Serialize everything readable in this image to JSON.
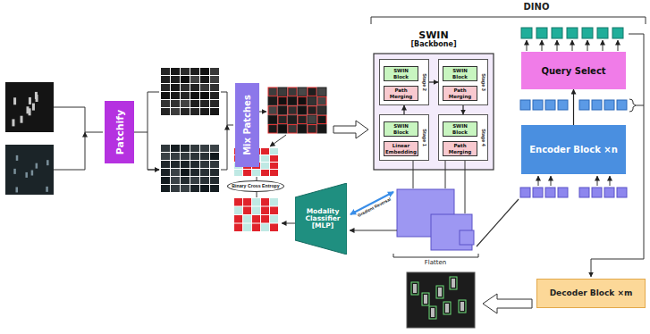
{
  "diagram": {
    "nodes": [
      {
        "text": [
          "Patchify"
        ]
      },
      {
        "text": [
          "Mix Patches"
        ]
      },
      {
        "text": [
          "SWIN",
          "[Backbone]"
        ]
      },
      {
        "text": [
          "Stage 1"
        ],
        "in": 2
      },
      {
        "text": [
          "SWIN Block"
        ],
        "in": 3
      },
      {
        "text": [
          "Linear Embedding"
        ],
        "in": 3
      },
      {
        "text": [
          "Stage 2"
        ],
        "in": 2
      },
      {
        "text": [
          "SWIN Block"
        ],
        "in": 6
      },
      {
        "text": [
          "Path Merging"
        ],
        "in": 6
      },
      {
        "text": [
          "Stage 3"
        ],
        "in": 2
      },
      {
        "text": [
          "SWIN Block"
        ],
        "in": 9
      },
      {
        "text": [
          "Path Merging"
        ],
        "in": 9
      },
      {
        "text": [
          "Stage 4"
        ],
        "in": 2
      },
      {
        "text": [
          "SWIN Block"
        ],
        "in": 12
      },
      {
        "text": [
          "Path Merging"
        ],
        "in": 12
      },
      {
        "text": [
          "Modality Classifier",
          "[MLP]"
        ]
      },
      {
        "text": [
          "Binary Cross Entropy"
        ]
      },
      {
        "text": [
          "Query Select"
        ]
      },
      {
        "text": [
          "Encoder Block ×n"
        ]
      },
      {
        "text": [
          "Decoder Block ×m"
        ]
      }
    ],
    "edges": [
      {
        "from": 3,
        "to": 6,
        "arrow": "to"
      },
      {
        "from": 6,
        "to": 9,
        "arrow": "to"
      },
      {
        "from": 9,
        "to": 12,
        "arrow": "to"
      },
      {
        "from": 18,
        "to": 17,
        "arrow": "to"
      }
    ],
    "labels": [
      "DINO",
      "Gradient Reversal",
      "Flatten"
    ]
  }
}
